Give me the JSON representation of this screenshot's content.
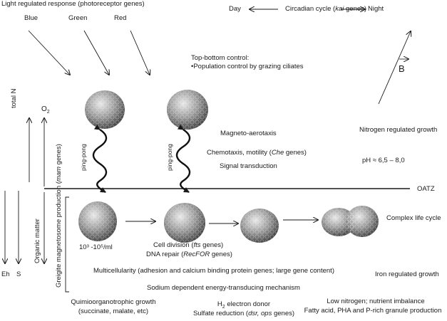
{
  "light": {
    "title": "Light regulated response (photoreceptor genes)",
    "blue": "Blue",
    "green": "Green",
    "red": "Red"
  },
  "circadian": {
    "day": "Day",
    "label": "Circadian cycle (",
    "gene": "kai",
    "label_end": " genes)",
    "night": "Night"
  },
  "field_label": "B",
  "top_bottom": {
    "title": "Top-bottom control:",
    "item": "•Population control by grazing ciliates"
  },
  "axes": {
    "total_n": "total N",
    "o2": "O",
    "o2_sub": "2",
    "organic_matter": "Organic matter",
    "eh": "Eh",
    "s": "S"
  },
  "upper_text": {
    "magneto": "Magneto-aerotaxis",
    "chemotaxis": "Chemotaxis, motility (",
    "chemotaxis_gene": "Che",
    "chemotaxis_end": " genes)",
    "signal": "Signal transduction",
    "nitrogen": "Nitrogen regulated growth",
    "ph": "pH ≈ 6,5 – 8,0",
    "ping_pong": "ping-pong"
  },
  "oatz": "OATZ",
  "lower_text": {
    "greigite": "Greigite magnetosome production (",
    "greigite_gene": "mam",
    "greigite_end": " genes)",
    "density": "10³ -10⁵/ml",
    "cell_division": "Cell division (",
    "cell_division_gene": "fts",
    "cell_division_end": " genes)",
    "dna_repair": "DNA repair (",
    "dna_repair_gene": "RecFOR",
    "dna_repair_end": " genes)",
    "complex": "Complex life cycle",
    "multicellularity": "Multicellularity (adhesion and calcium binding protein genes; large gene content)",
    "iron": "Iron regulated growth",
    "sodium": "Sodium dependent energy-transducing mechanism",
    "quimio_1": "Quimioorganotrophic growth",
    "quimio_2": "(succinate, malate, etc)",
    "h2_pre": "H",
    "h2_sub": "2",
    "h2_post": " electron donor",
    "sulfate": "Sulfate reduction (",
    "sulfate_gene": "dsr, ops",
    "sulfate_end": " genes)",
    "low_n": "Low nitrogen; nutrient imbalance",
    "fatty": "Fatty acid, PHA and P-rich granule production"
  },
  "colors": {
    "ink": "#1a1a1a",
    "cell": "#8a8a8a"
  }
}
